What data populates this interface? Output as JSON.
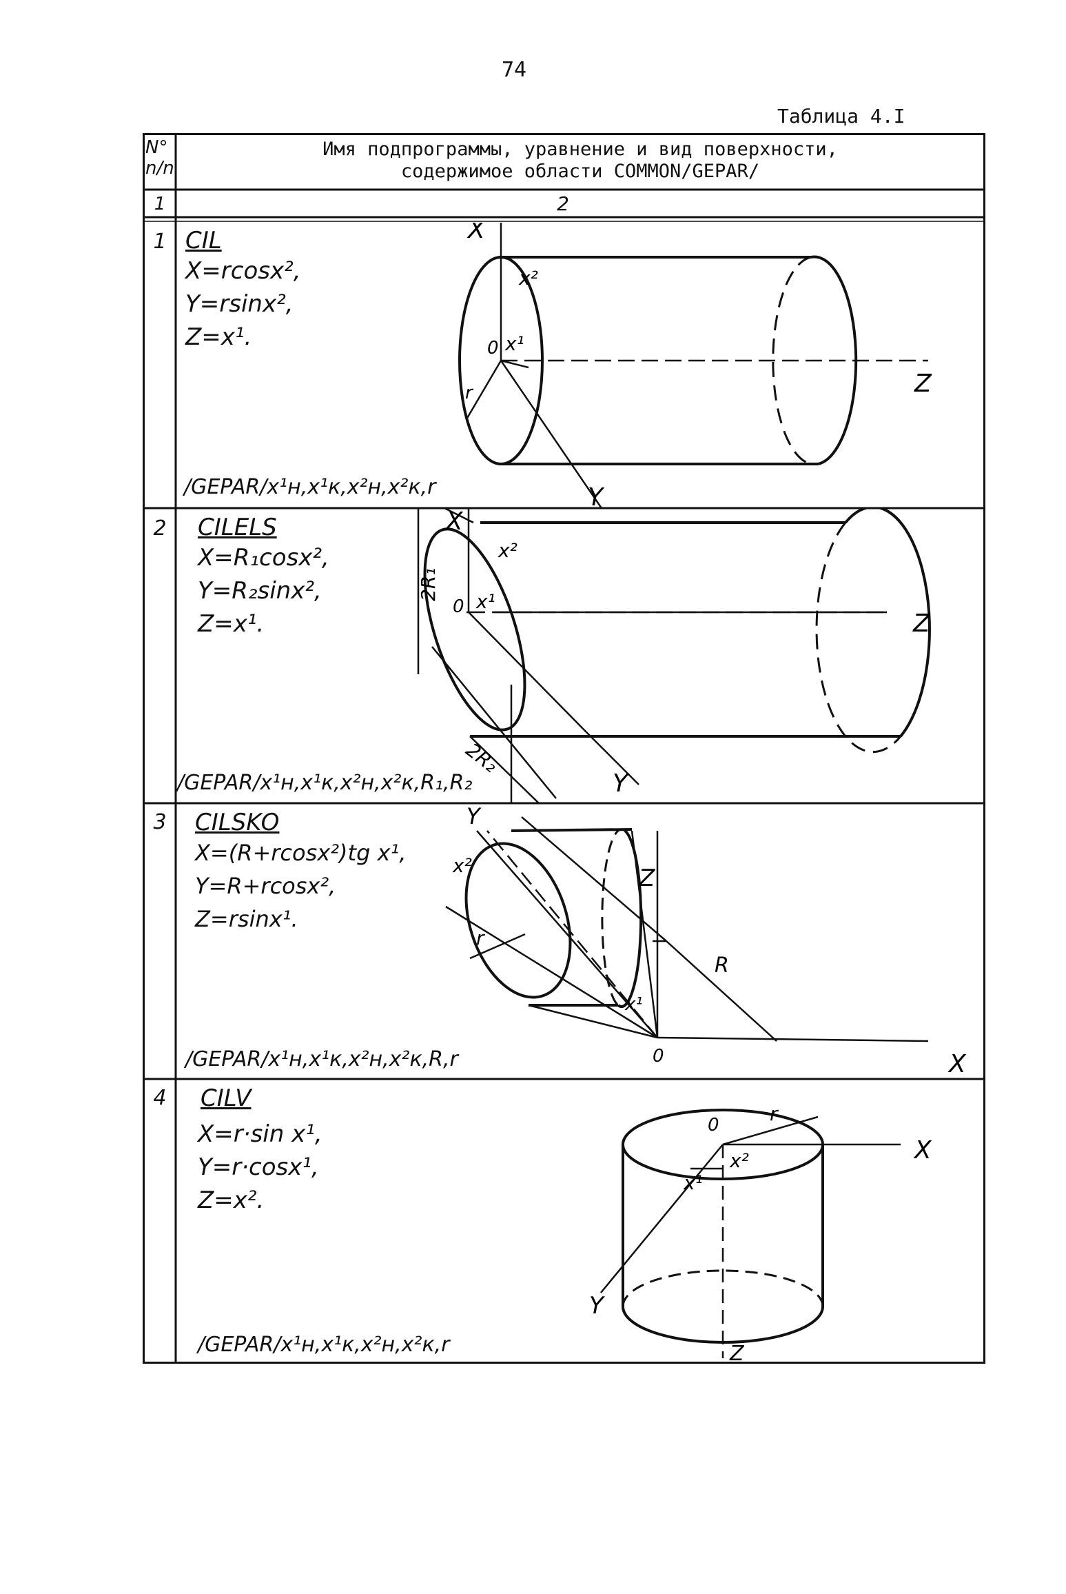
{
  "page_number": "74",
  "table_caption": "Таблица 4.I",
  "header": {
    "col1_line1": "N°",
    "col1_line2": "n/n",
    "col2_line1": "Имя подпрограммы, уравнение и вид поверхности,",
    "col2_line2": "содержимое области COMMON/GEPAR/",
    "col1_index": "1",
    "col2_index": "2"
  },
  "rows": [
    {
      "num": "1",
      "name": "CIL",
      "formulas": [
        "X=rcosx²,",
        "Y=rsinx²,",
        "Z=x¹."
      ],
      "gepar": "/GEPAR/x¹н,x¹к,x²н,x²к,r",
      "labels": {
        "x": "X",
        "y": "Y",
        "z": "Z",
        "o": "0",
        "r": "r",
        "x1": "x¹",
        "x2": "x²"
      }
    },
    {
      "num": "2",
      "name": "CILELS",
      "formulas": [
        "X=R₁cosx²,",
        "Y=R₂sinx²,",
        "Z=x¹."
      ],
      "gepar": "/GEPAR/x¹н,x¹к,x²н,x²к,R₁,R₂",
      "labels": {
        "x": "X",
        "y": "Y",
        "z": "Z",
        "o": "0",
        "x1": "x¹",
        "x2": "x²",
        "r1": "2R₁",
        "r2": "2R₂"
      }
    },
    {
      "num": "3",
      "name": "CILSKO",
      "formulas": [
        "X=(R+rcosx²)tg x¹,",
        "Y=R+rcosx²,",
        "Z=rsinx¹."
      ],
      "gepar": "/GEPAR/x¹н,x¹к,x²н,x²к,R,r",
      "labels": {
        "x": "X",
        "y": "Y",
        "z": "Z",
        "o": "0",
        "r": "r",
        "R": "R",
        "x1": "x¹",
        "x2": "x²"
      }
    },
    {
      "num": "4",
      "name": "CILV",
      "formulas": [
        "X=r·sin x¹,",
        "Y=r·cosx¹,",
        "Z=x²."
      ],
      "gepar": "/GEPAR/x¹н,x¹к,x²н,x²к,r",
      "labels": {
        "x": "X",
        "y": "Y",
        "z": "Z",
        "o": "0",
        "r": "r",
        "x1": "x¹",
        "x2": "x²"
      }
    }
  ]
}
